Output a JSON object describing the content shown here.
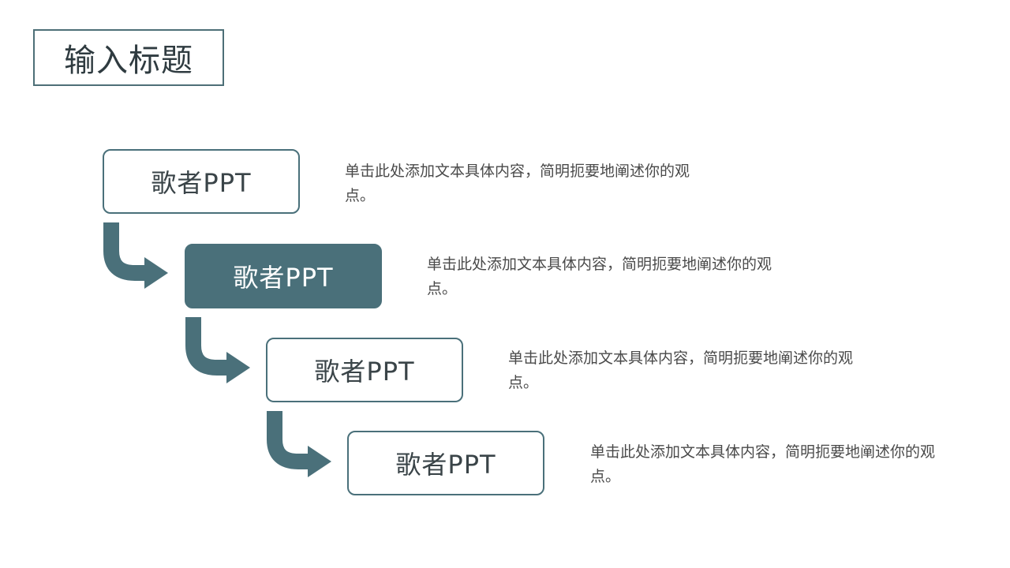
{
  "title": "输入标题",
  "colors": {
    "accent": "#4a707a",
    "text_dark": "#3a4448",
    "text_body": "#4a4a4a",
    "background": "#ffffff"
  },
  "steps": [
    {
      "label": "歌者PPT",
      "style": "outline",
      "text": "单击此处添加文本具体内容，简明扼要地阐述你的观点。"
    },
    {
      "label": "歌者PPT",
      "style": "filled",
      "text": "单击此处添加文本具体内容，简明扼要地阐述你的观点。"
    },
    {
      "label": "歌者PPT",
      "style": "outline",
      "text": "单击此处添加文本具体内容，简明扼要地阐述你的观点。"
    },
    {
      "label": "歌者PPT",
      "style": "outline",
      "text": "单击此处添加文本具体内容，简明扼要地阐述你的观点。"
    }
  ]
}
